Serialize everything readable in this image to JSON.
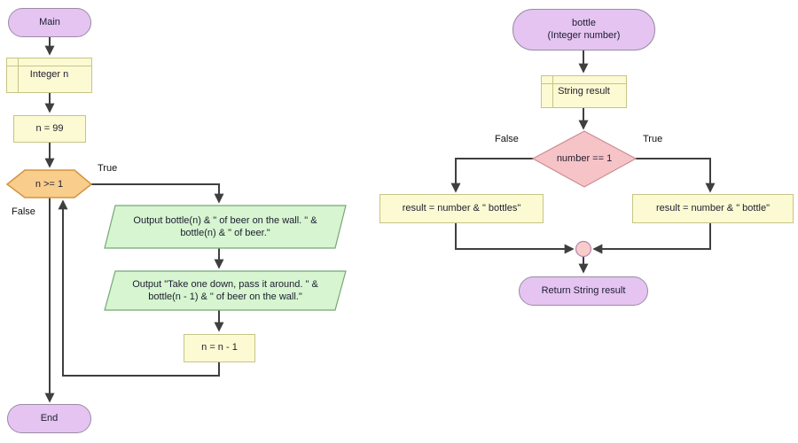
{
  "colors": {
    "terminal_fill": "#E5C4F1",
    "terminal_border": "#9A8BA5",
    "box_fill": "#FCFAD2",
    "box_border": "#C6C488",
    "loop_fill": "#F9CD8C",
    "loop_border": "#D2953F",
    "output_fill": "#D6F5D0",
    "output_border": "#76A876",
    "decision_fill": "#F6C3C7",
    "decision_border": "#CA8E92",
    "merge_fill": "#F8CCCA",
    "merge_border": "#B287B0",
    "connector": "#3F3F3F"
  },
  "main_chart": {
    "start_label": "Main",
    "declare_label": "Integer n",
    "init_label": "n = 99",
    "loop_label": "n >= 1",
    "true_label": "True",
    "false_label": "False",
    "output1_line1": "Output bottle(n) & \" of beer on the wall. \" &",
    "output1_line2": "bottle(n) & \" of beer.\"",
    "output2_line1": "Output \"Take one down, pass it around. \" &",
    "output2_line2": "bottle(n - 1) & \" of beer on the wall.\"",
    "decrement_label": "n = n - 1",
    "end_label": "End"
  },
  "bottle_chart": {
    "start_line1": "bottle",
    "start_line2": "(Integer number)",
    "declare_label": "String result",
    "decision_label": "number == 1",
    "false_label": "False",
    "true_label": "True",
    "false_assign_label": "result = number & \" bottles\"",
    "true_assign_label": "result = number & \" bottle\"",
    "return_label": "Return String result"
  }
}
